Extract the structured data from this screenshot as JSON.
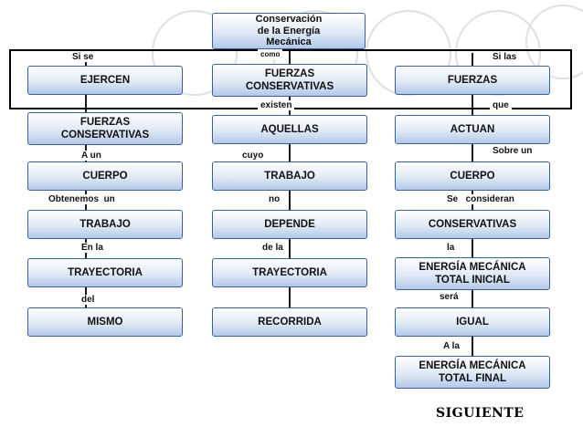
{
  "center": {
    "title": "Conservación\nde la Energía\nMecánica",
    "links": [
      "como",
      "existen",
      "cuyo",
      "no",
      "de la"
    ],
    "nodes": [
      "FUERZAS\nCONSERVATIVAS",
      "AQUELLAS",
      "TRABAJO",
      "DEPENDE",
      "TRAYECTORIA",
      "RECORRIDA"
    ]
  },
  "left": {
    "links": [
      "Si se",
      "A un",
      "Obtenemos  un",
      "En la",
      "del"
    ],
    "nodes": [
      "EJERCEN",
      "FUERZAS\nCONSERVATIVAS",
      "CUERPO",
      "TRABAJO",
      "TRAYECTORIA",
      "MISMO"
    ]
  },
  "right": {
    "links": [
      "Si las",
      "que",
      "Sobre un",
      "Se   consideran",
      "la",
      "será",
      "A la"
    ],
    "nodes": [
      "FUERZAS",
      "ACTUAN",
      "CUERPO",
      "CONSERVATIVAS",
      "ENERGÍA MECÁNICA\nTOTAL INICIAL",
      "IGUAL",
      "ENERGÍA MECÁNICA\nTOTAL FINAL"
    ]
  },
  "nav": {
    "next_label": "SIGUIENTE"
  }
}
